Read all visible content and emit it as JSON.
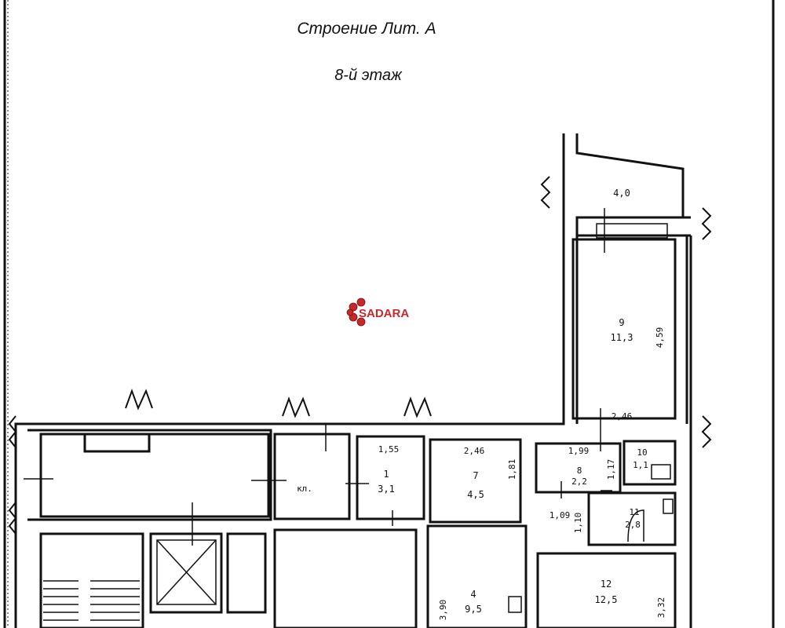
{
  "title": "Строение Лит. А",
  "floor": "8-й этаж",
  "watermark": {
    "text": "SADARA",
    "color": "#c42a2a"
  },
  "colors": {
    "ink": "#111111",
    "paper": "#ffffff"
  },
  "rooms": [
    {
      "num": "",
      "area": "4,0"
    },
    {
      "num": "9",
      "area": "11,3"
    },
    {
      "num": "10",
      "area": "1,1"
    },
    {
      "num": "8",
      "area": "2,2"
    },
    {
      "num": "11",
      "area": "2,8"
    },
    {
      "num": "7",
      "area": "4,5"
    },
    {
      "num": "1",
      "area": "3,1"
    },
    {
      "num": "4",
      "area": "9,5"
    },
    {
      "num": "12",
      "area": "12,5"
    },
    {
      "num": "",
      "area": "кл."
    }
  ],
  "dimensions": [
    "4,59",
    "2,46",
    "1,99",
    "2,46",
    "1,55",
    "1,81",
    "1,17",
    "1,09",
    "1,10",
    "3,90",
    "3,32"
  ]
}
